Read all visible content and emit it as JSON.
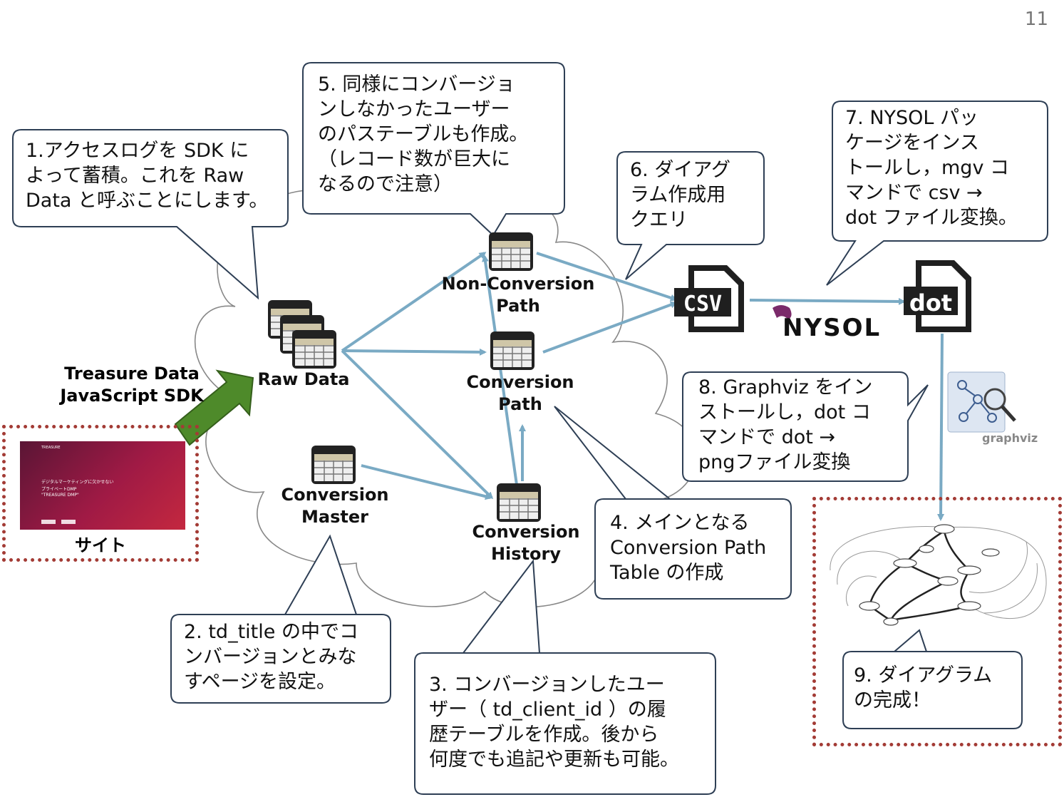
{
  "page_number": "11",
  "callouts": {
    "c1": "1.アクセスログを SDK に\nよって蓄積。これを Raw\nData と呼ぶことにします。",
    "c2": "2. td_title の中でコ\nンバージョンとみな\nすページを設定。",
    "c3": "3. コンバージョンしたユー\nザー（ td_client_id ）の履\n歴テーブルを作成。後から\n何度でも追記や更新も可能。",
    "c4": "4. メインとなる\nConversion Path\nTable の作成",
    "c5": "5. 同様にコンバージョ\nンしなかったユーザー\nのパステーブルも作成。\n（レコード数が巨大に\nなるので注意）",
    "c6": "6. ダイアグ\nラム作成用\nクエリ",
    "c7": "7. NYSOL パッ\nケージをインス\nトールし，mgv コ\nマンドで csv →\ndot ファイル変換。",
    "c8": "8. Graphviz をイン\nストールし，dot コ\nマンドで dot →\npngファイル変換",
    "c9": "9. ダイアグラム\nの完成！"
  },
  "nodes": {
    "raw_data": "Raw Data",
    "non_conversion_path": "Non-Conversion\nPath",
    "conversion_path": "Conversion\nPath",
    "conversion_master": "Conversion\nMaster",
    "conversion_history": "Conversion\nHistory"
  },
  "sdk_label": "Treasure Data\nJavaScript SDK",
  "site_label": "サイト",
  "site_screenshot_lines": [
    "TREASURE",
    "デジタルマーケティングに欠かせない",
    "プライベートDMP",
    "\"TREASURE DMP\""
  ],
  "file_icons": {
    "csv": "CSV",
    "dot": "dot"
  },
  "logos": {
    "nysol": "NYSOL",
    "graphviz": "graphviz"
  },
  "colors": {
    "arrow": "#7aaac4",
    "callout_border": "#2e3f55",
    "dotted_frame": "#a33b35",
    "sdk_arrow": "#4e8a2a"
  },
  "icons": [
    "database-table-icon",
    "csv-file-icon",
    "dot-file-icon",
    "nysol-logo-icon",
    "graphviz-app-icon"
  ]
}
